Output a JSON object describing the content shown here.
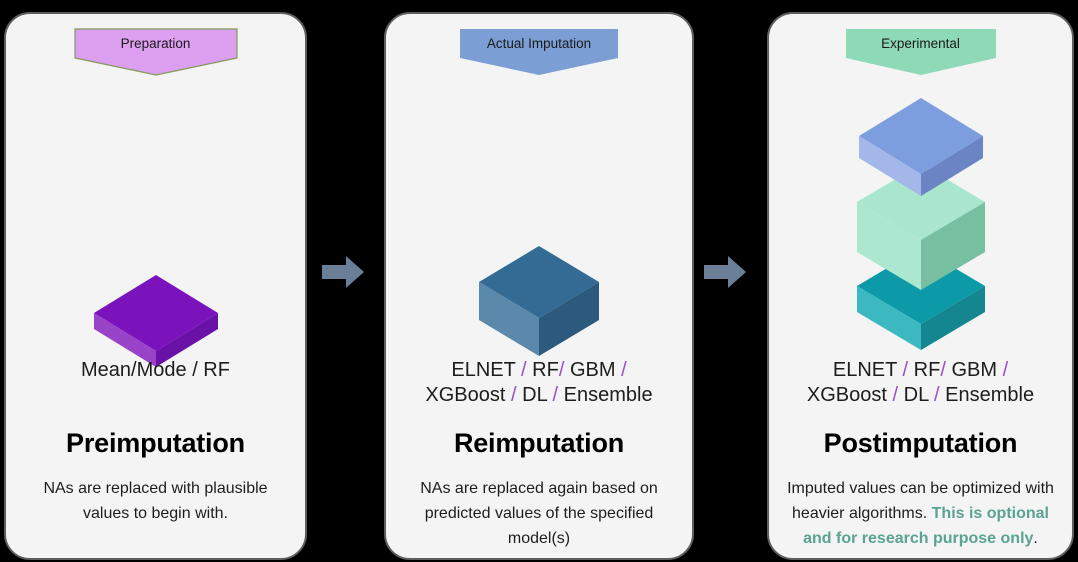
{
  "colors": {
    "background": "#000000",
    "panel_fill": "#f4f4f4",
    "panel_border": "#5e5e5e",
    "arrow": "#6b7f99",
    "banner_preparation": "#dda0f0",
    "banner_preparation_border": "#7f9a5a",
    "banner_actual_imputation": "#7b9fd4",
    "banner_experimental": "#8ed9b6",
    "slash_purple": "#9b4dcc",
    "accent_teal": "#5aa391",
    "cube_purple_top": "#7b13bd",
    "cube_purple_left": "#9943c8",
    "cube_purple_right": "#6a11a8",
    "cube_blue_top": "#336b94",
    "cube_blue_left": "#5b89ac",
    "cube_blue_right": "#2c5a7c",
    "stack_periwinkle_top": "#7d9ede",
    "stack_periwinkle_left": "#a3b8e8",
    "stack_periwinkle_right": "#6b85c4",
    "stack_mint_top": "#a8e6cd",
    "stack_mint_left": "#abe8cf",
    "stack_mint_right": "#77bfa0",
    "stack_teal_top": "#0d9aa8",
    "stack_teal_left": "#3bb8c0",
    "stack_teal_right": "#13868f"
  },
  "stages": [
    {
      "banner_label": "Preparation",
      "models_line_1_a": "Mean/Mode / RF",
      "models_line_1_b": "",
      "models_line_2_a": "",
      "models_line_2_b": "",
      "heading": "Preimputation",
      "desc_plain_1": "NAs are replaced with plausible values to begin with.",
      "desc_accent": "",
      "desc_plain_2": "",
      "art_name": "purple-slab-isometric"
    },
    {
      "banner_label": "Actual Imputation",
      "models_line_1_a": "ELNET",
      "models_line_1_b": "RF",
      "models_line_1_c": "GBM",
      "models_line_2_a": "XGBoost",
      "models_line_2_b": "DL",
      "models_line_2_c": "Ensemble",
      "heading": "Reimputation",
      "desc_plain_1": "NAs are replaced again based on predicted values of the specified model(s)",
      "desc_accent": "",
      "desc_plain_2": "",
      "art_name": "blue-cube-isometric"
    },
    {
      "banner_label": "Experimental",
      "models_line_1_a": "ELNET",
      "models_line_1_b": "RF",
      "models_line_1_c": "GBM",
      "models_line_2_a": "XGBoost",
      "models_line_2_b": "DL",
      "models_line_2_c": "Ensemble",
      "heading": "Postimputation",
      "desc_plain_1": "Imputed values can be optimized with heavier algorithms. ",
      "desc_accent": "This is optional and for research purpose only",
      "desc_plain_2": ".",
      "art_name": "stacked-blocks-isometric"
    }
  ],
  "separators": {
    "slash": "/"
  },
  "flow": {
    "arrow_1_name": "arrow-preimputation-to-reimputation",
    "arrow_2_name": "arrow-reimputation-to-postimputation"
  }
}
